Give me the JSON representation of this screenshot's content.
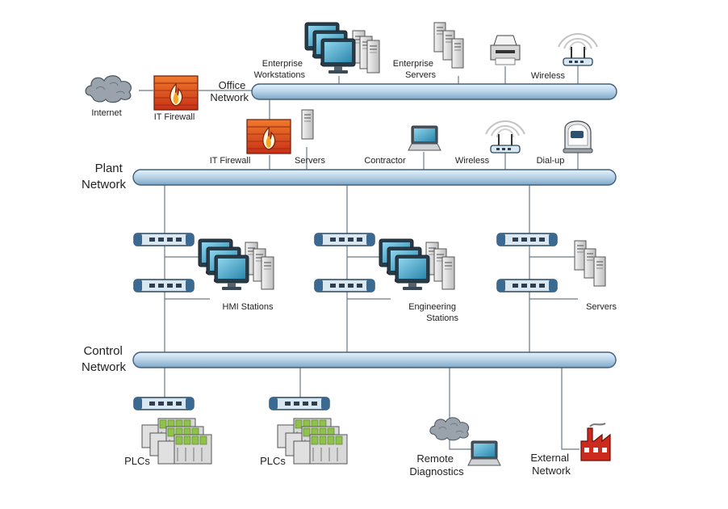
{
  "diagram": {
    "networks": {
      "office": [
        "Office",
        "Network"
      ],
      "plant": [
        "Plant",
        "Network"
      ],
      "control": [
        "Control",
        "Network"
      ]
    },
    "labels": {
      "internet": "Internet",
      "it_firewall_top": "IT Firewall",
      "enterprise_workstations": [
        "Enterprise",
        "Workstations"
      ],
      "enterprise_servers": [
        "Enterprise",
        "Servers"
      ],
      "wireless_office": "Wireless",
      "it_firewall_plant": "IT Firewall",
      "servers_plant": "Servers",
      "contractor": "Contractor",
      "wireless_plant": "Wireless",
      "dialup": "Dial-up",
      "hmi_stations": "HMI Stations",
      "engineering_stations": [
        "Engineering",
        "Stations"
      ],
      "servers_control": "Servers",
      "plcs_1": "PLCs",
      "plcs_2": "PLCs",
      "remote_diagnostics": [
        "Remote",
        "Diagnostics"
      ],
      "external_network": [
        "External",
        "Network"
      ]
    },
    "colors": {
      "bus_fill": "#bcd6ea",
      "bus_stroke": "#3e607c",
      "firewall_red": "#d8471c",
      "factory_red": "#cc2a1e",
      "monitor_screen": "#4ba7c8",
      "plc_green": "#8fc24a"
    }
  }
}
